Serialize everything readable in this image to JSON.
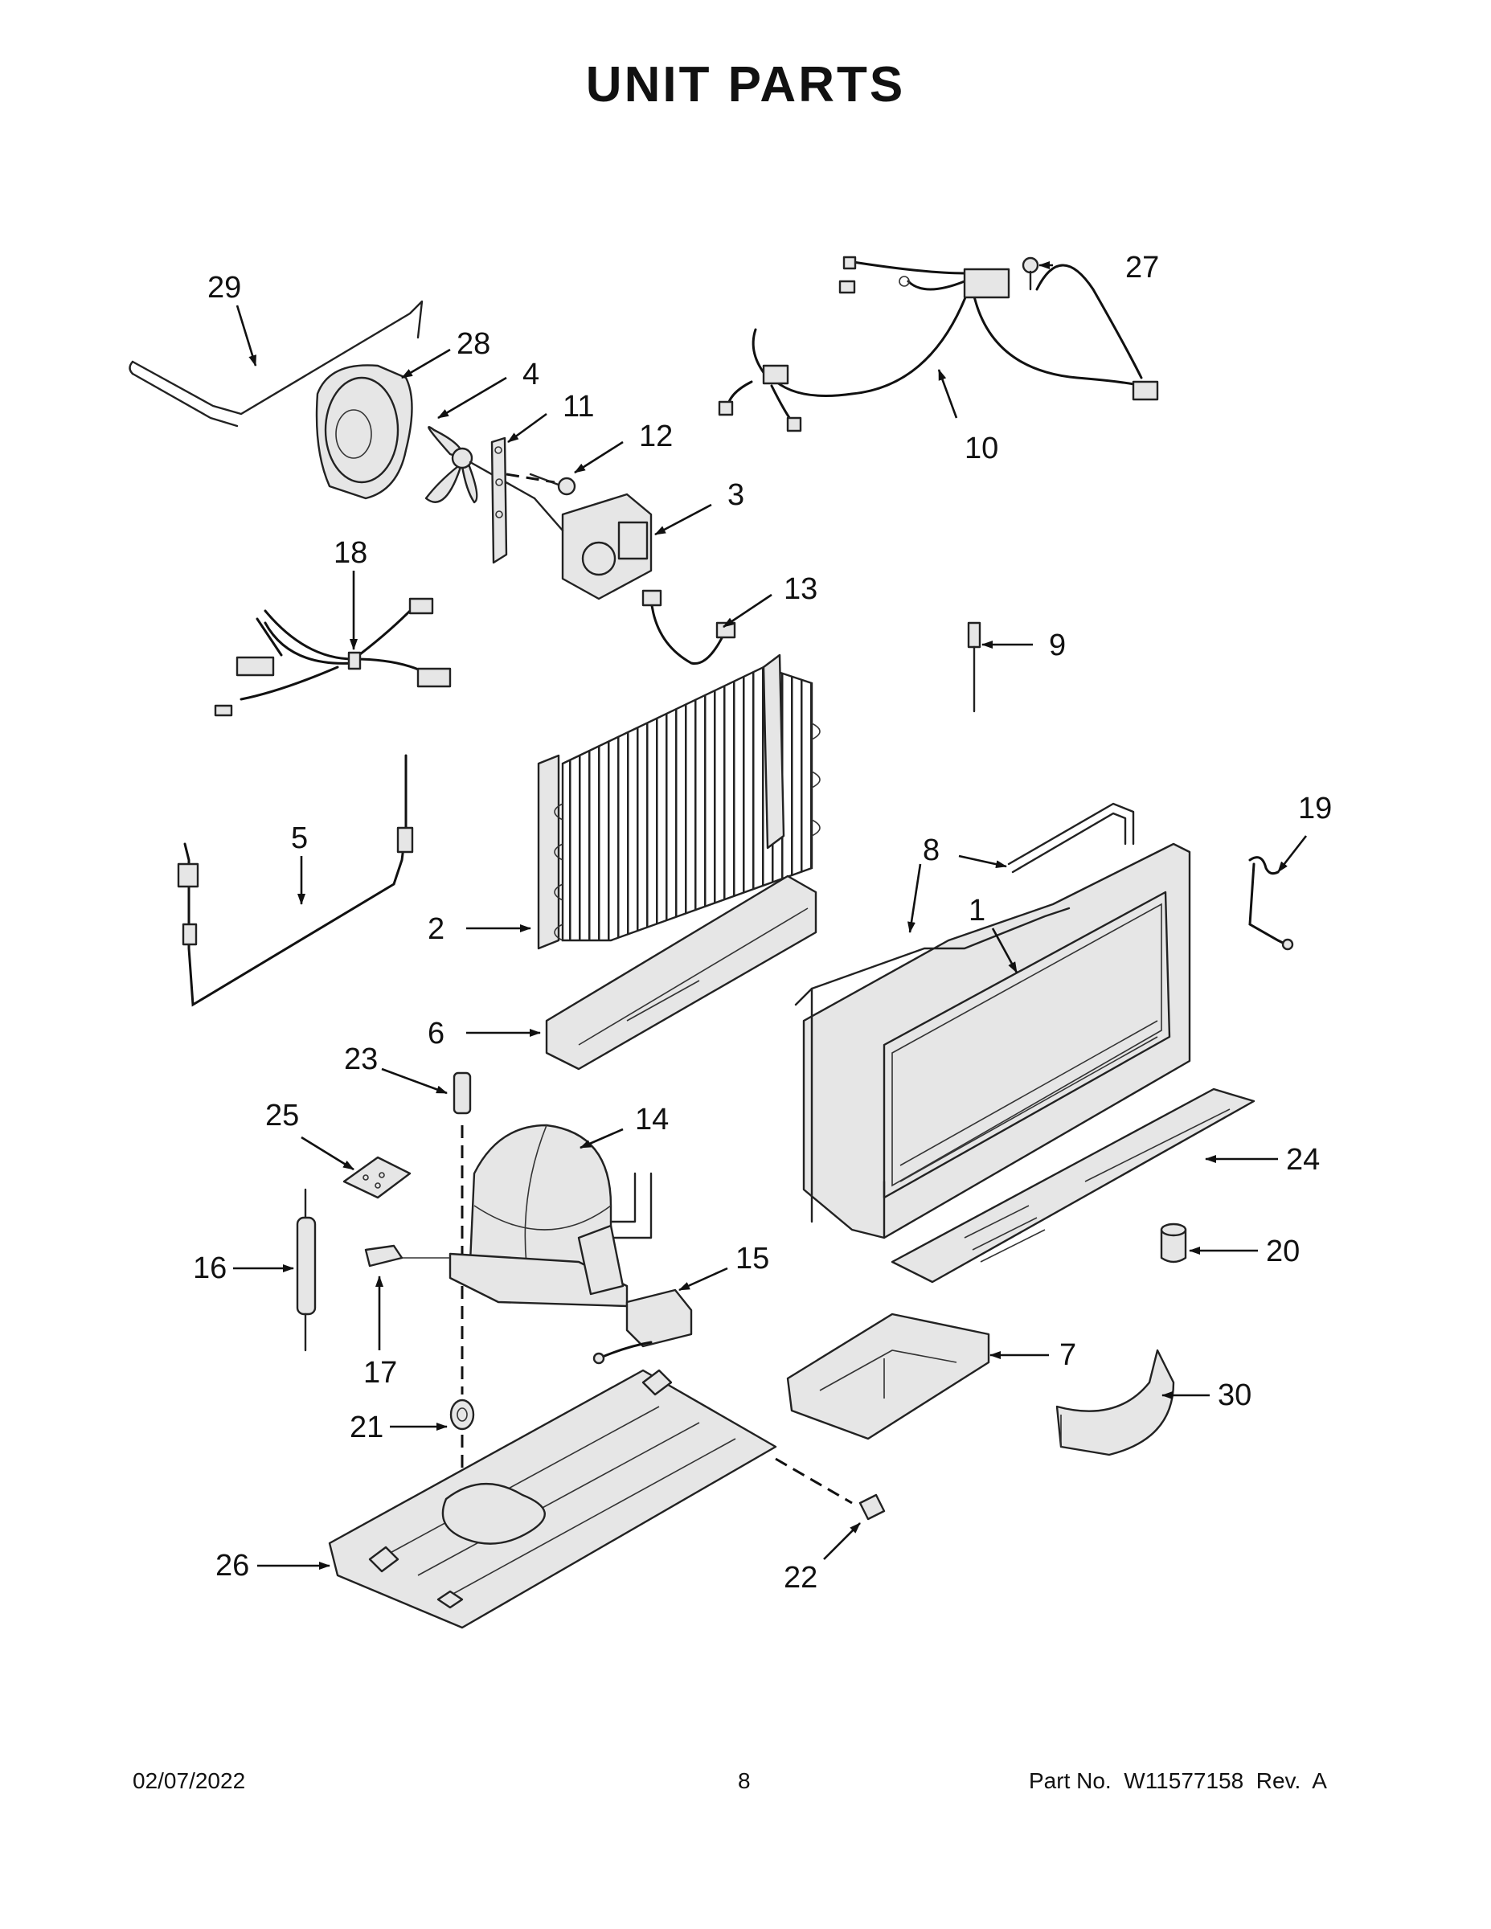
{
  "page": {
    "title": "UNIT PARTS",
    "footer_date": "02/07/2022",
    "footer_page": "8",
    "footer_part": "Part No.  W11577158  Rev.  A"
  },
  "callouts": {
    "c1": "1",
    "c2": "2",
    "c3": "3",
    "c4": "4",
    "c5": "5",
    "c6": "6",
    "c7": "7",
    "c8": "8",
    "c9": "9",
    "c10": "10",
    "c11": "11",
    "c12": "12",
    "c13": "13",
    "c14": "14",
    "c15": "15",
    "c16": "16",
    "c17": "17",
    "c18": "18",
    "c19": "19",
    "c20": "20",
    "c21": "21",
    "c22": "22",
    "c23": "23",
    "c24": "24",
    "c25": "25",
    "c26": "26",
    "c27": "27",
    "c28": "28",
    "c29": "29",
    "c30": "30"
  }
}
